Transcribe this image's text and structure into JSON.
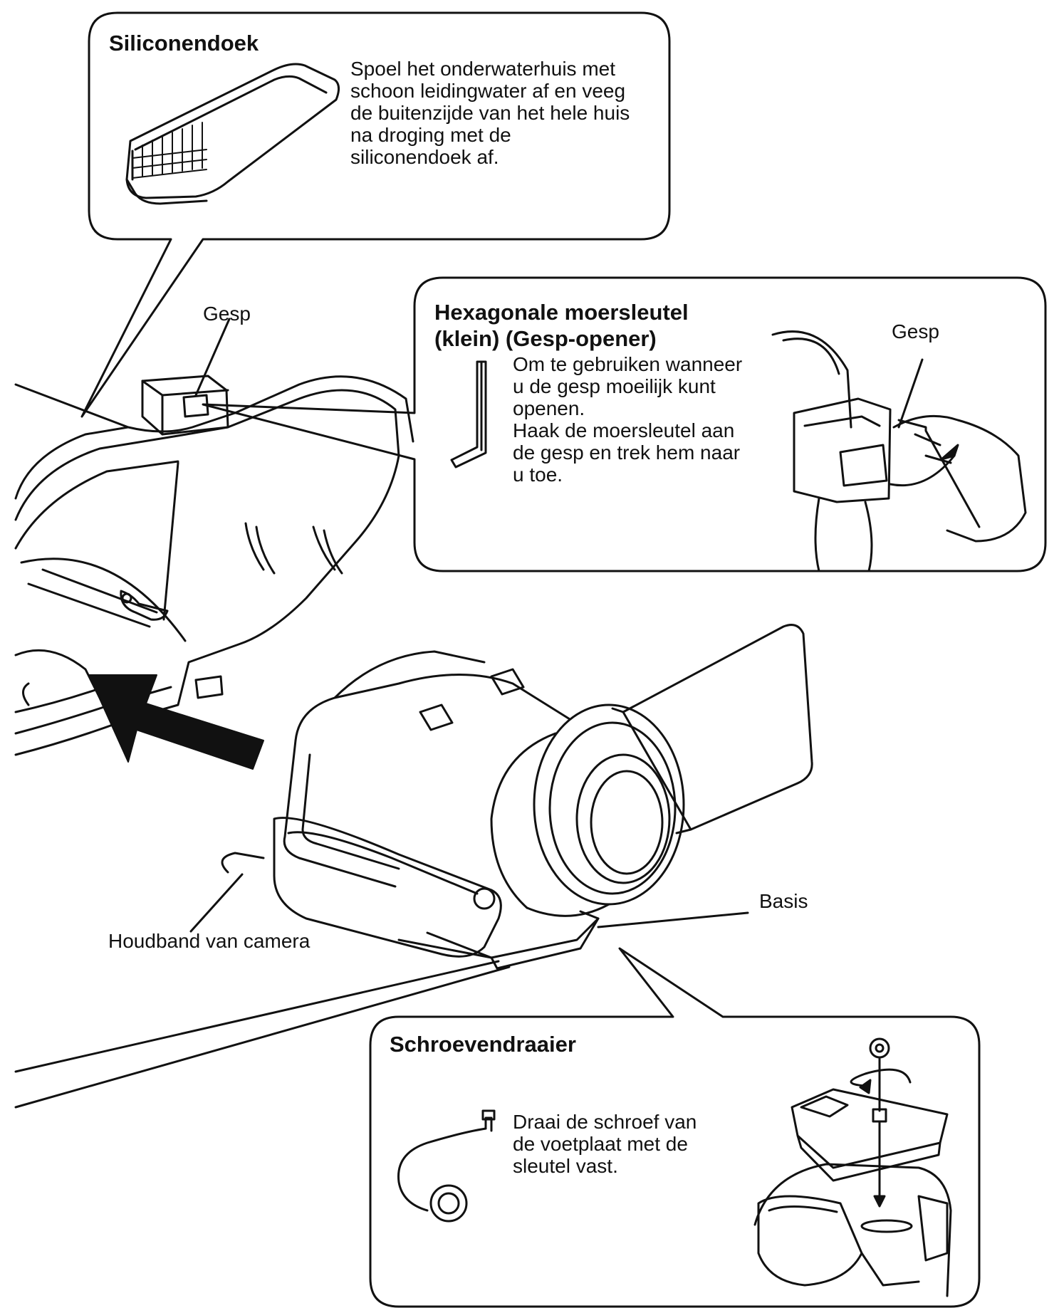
{
  "callouts": {
    "siliconendoek": {
      "title": "Siliconendoek",
      "body": "Spoel het onderwaterhuis met\nschoon leidingwater af en veeg\nde buitenzijde van het hele huis\nna droging met de\nsiliconendoek af."
    },
    "moersleutel": {
      "title_line1": "Hexagonale moersleutel",
      "title_line2": "(klein) (Gesp-opener)",
      "body": "Om te gebruiken wanneer\nu de gesp moeilijk kunt\nopenen.\nHaak de moersleutel aan\nde gesp en trek hem naar\nu toe.",
      "label_gesp": "Gesp"
    },
    "schroevendraaier": {
      "title": "Schroevendraaier",
      "body": "Draai de schroef van\nde voetplaat met de\nsleutel vast."
    }
  },
  "labels": {
    "gesp": "Gesp",
    "basis": "Basis",
    "houdband": "Houdband van camera"
  },
  "colors": {
    "ink": "#111111",
    "paper": "#ffffff"
  }
}
